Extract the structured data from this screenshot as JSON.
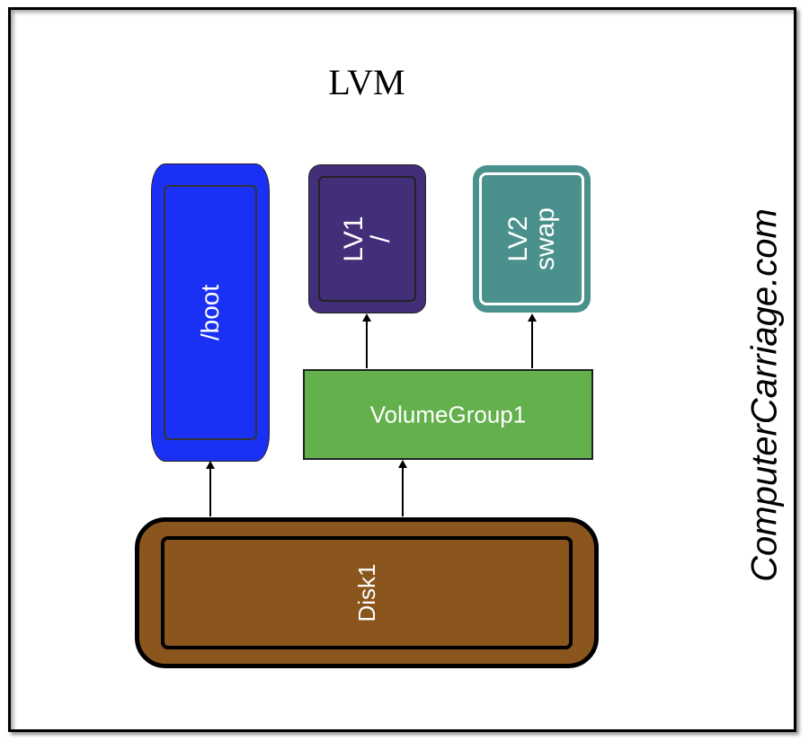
{
  "diagram": {
    "title": "LVM",
    "watermark": "ComputerCarriage.com",
    "nodes": {
      "boot": {
        "label": "/boot",
        "color": "#1a31f5"
      },
      "lv1": {
        "line1": "LV1",
        "line2": "/",
        "color": "#432e7a"
      },
      "lv2": {
        "line1": "LV2",
        "line2": "swap",
        "color": "#4a908c"
      },
      "volume_group": {
        "label": "VolumeGroup1",
        "color": "#63b04c"
      },
      "disk": {
        "label": "Disk1",
        "color": "#8b561d"
      }
    },
    "edges": [
      {
        "from": "Disk1",
        "to": "/boot"
      },
      {
        "from": "Disk1",
        "to": "VolumeGroup1"
      },
      {
        "from": "VolumeGroup1",
        "to": "LV1"
      },
      {
        "from": "VolumeGroup1",
        "to": "LV2"
      }
    ]
  }
}
